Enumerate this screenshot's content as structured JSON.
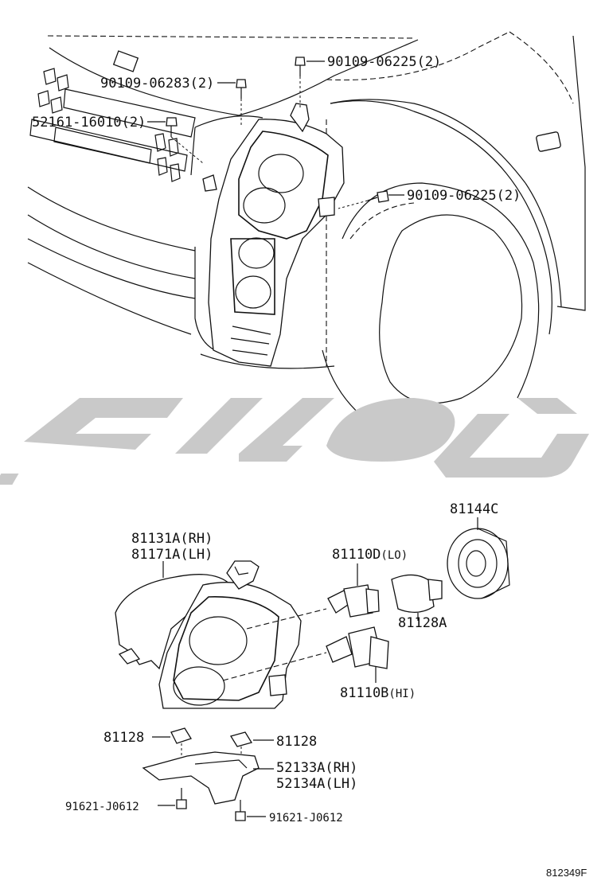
{
  "callouts": {
    "bolt_top_right": "90109-06225(2)",
    "bolt_top_left": "90109-06283(2)",
    "clip_left": "52161-16010(2)",
    "bolt_mid_right": "90109-06225(2)",
    "headlamp_rh": "81131A(RH)",
    "headlamp_lh": "81171A(LH)",
    "bulb_lo_part": "81110D",
    "bulb_lo_suffix": "(LO)",
    "cover": "81144C",
    "socket": "81128A",
    "bulb_hi_part": "81110B",
    "bulb_hi_suffix": "(HI)",
    "nut_left": "81128",
    "nut_right": "81128",
    "bracket_rh": "52133A(RH)",
    "bracket_lh": "52134A(LH)",
    "screw_left": "91621-J0612",
    "screw_right": "91621-J0612"
  },
  "diagram_code": "812349F",
  "colors": {
    "ink": "#111111",
    "watermark": "#c9c9c9"
  }
}
